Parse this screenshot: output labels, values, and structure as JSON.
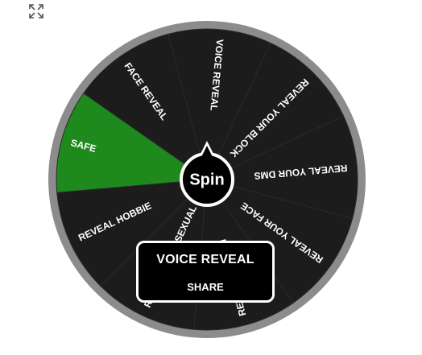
{
  "wheel": {
    "segments": [
      {
        "label": "VOICE REVEAL"
      },
      {
        "label": "REVEAL YOUR BLOCK"
      },
      {
        "label": "REVEAL YOUR DMS"
      },
      {
        "label": "REVEAL YOUR FACE"
      },
      {
        "label": "REVEAL YOUR N"
      },
      {
        "label": "REVEAL YOUR SEXUAL"
      },
      {
        "label": "REVEAL HOBBIE"
      },
      {
        "label": "SAFE"
      },
      {
        "label": "FACE REVEAL"
      }
    ],
    "highlighted_index": 7,
    "colors": {
      "rim": "#8c8c8c",
      "segment_fill": "#1c1c1c",
      "highlight_fill": "#1e8a1e",
      "label": "#ffffff",
      "hub": "#000000"
    },
    "spin_label": "Spin"
  },
  "result": {
    "title": "VOICE REVEAL",
    "share_label": "SHARE"
  },
  "controls": {
    "expand_icon": "expand-icon"
  }
}
